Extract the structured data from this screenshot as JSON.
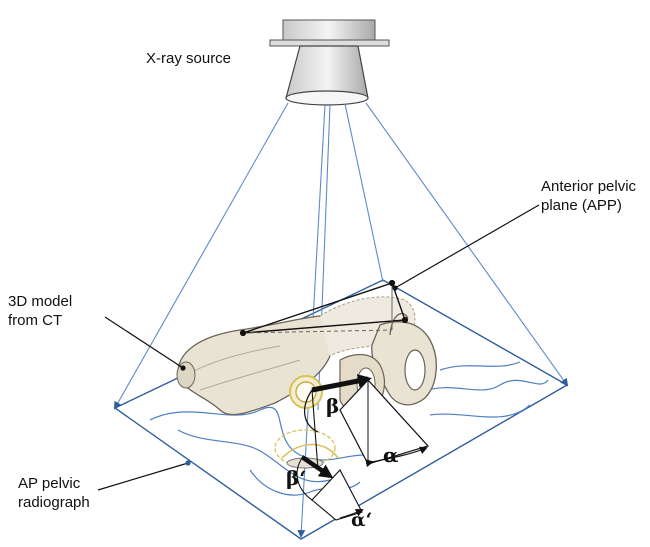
{
  "labels": {
    "xray_source": "X-ray source",
    "app": "Anterior pelvic\nplane (APP)",
    "model": "3D model\nfrom CT",
    "radiograph": "AP pelvic\nradiograph"
  },
  "angles": {
    "beta": "β",
    "alpha": "α",
    "beta_prime": "β‘",
    "alpha_prime": "α‘"
  },
  "colors": {
    "projection_lines": "#5b8cc8",
    "film_outline": "#2f5e9c",
    "contour": "#4f7fbf",
    "bone_fill": "#e9e3d3",
    "bone_stroke": "#6b6355",
    "acetabulum": "#d9c25a"
  }
}
